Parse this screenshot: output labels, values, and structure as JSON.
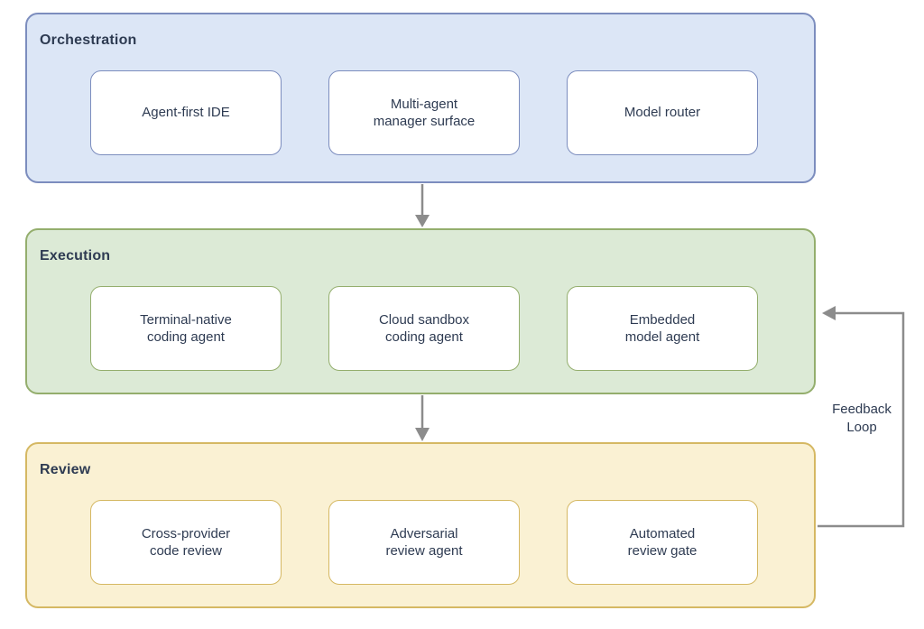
{
  "diagram": {
    "sections": [
      {
        "title": "Orchestration",
        "boxes": [
          {
            "label": "Agent-first IDE"
          },
          {
            "label": "Multi-agent\nmanager surface"
          },
          {
            "label": "Model router"
          }
        ]
      },
      {
        "title": "Execution",
        "boxes": [
          {
            "label": "Terminal-native\ncoding agent"
          },
          {
            "label": "Cloud sandbox\ncoding agent"
          },
          {
            "label": "Embedded\nmodel agent"
          }
        ]
      },
      {
        "title": "Review",
        "boxes": [
          {
            "label": "Cross-provider\ncode review"
          },
          {
            "label": "Adversarial\nreview agent"
          },
          {
            "label": "Automated\nreview gate"
          }
        ]
      }
    ],
    "feedback_label": "Feedback\nLoop",
    "colors": {
      "orchestration_fill": "#dce6f6",
      "orchestration_stroke": "#7c8dbe",
      "execution_fill": "#dcead6",
      "execution_stroke": "#94ae6d",
      "review_fill": "#faf1d3",
      "review_stroke": "#d5b863",
      "arrow": "#8c8c8c",
      "text": "#2e3b52"
    }
  }
}
